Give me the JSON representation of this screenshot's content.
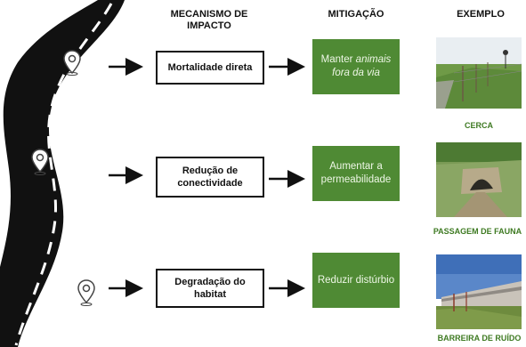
{
  "headers": {
    "mechanism": "MECANISMO DE IMPACTO",
    "mitigation": "MITIGAÇÃO",
    "example": "EXEMPLO"
  },
  "rows": [
    {
      "mechanism": "Mortalidade direta",
      "mitigation_prefix": "Manter ",
      "mitigation_emph": "animais fora da via",
      "example_label": "CERCA"
    },
    {
      "mechanism": "Redução de conectividade",
      "mitigation": "Aumentar a permeabilidade",
      "example_label": "PASSAGEM DE FAUNA"
    },
    {
      "mechanism": "Degradação do habitat",
      "mitigation": "Reduzir distúrbio",
      "example_label": "BARREIRA DE RUÍDO"
    }
  ],
  "colors": {
    "mitigation_fill": "#4f8a34",
    "example_label": "#3e7a22",
    "road": "#111111"
  },
  "icons": [
    "road-graphic",
    "location-pin-icon",
    "arrow-icon"
  ]
}
